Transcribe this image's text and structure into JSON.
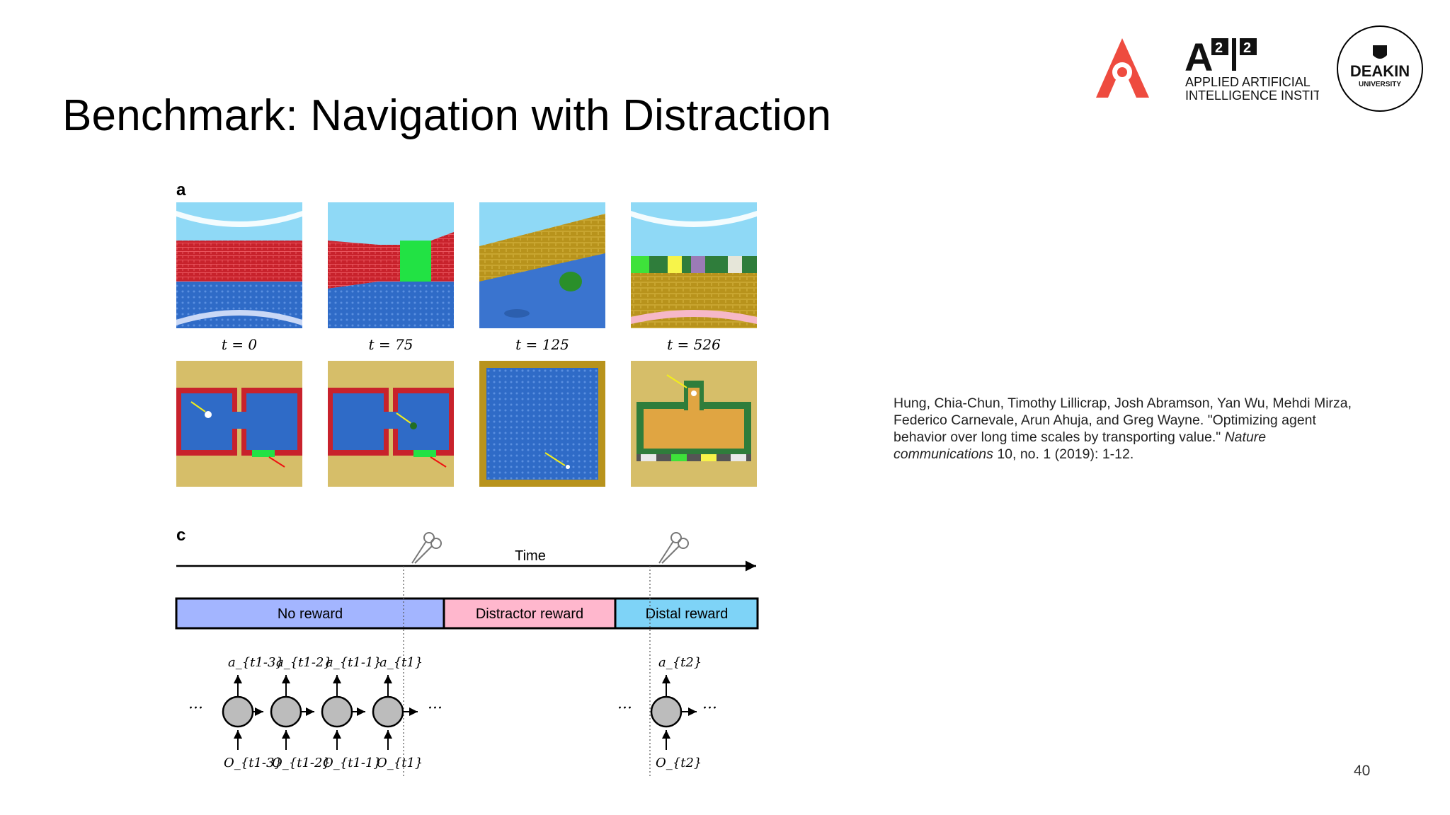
{
  "slide": {
    "title": "Benchmark: Navigation with Distraction",
    "page_number": "40"
  },
  "logos": {
    "a2i2_text_line1": "APPLIED ARTIFICIAL",
    "a2i2_text_line2": "INTELLIGENCE INSTITUTE",
    "a2i2_wordmark": "A2I2",
    "deakin_name": "DEAKIN",
    "deakin_sub": "UNIVERSITY",
    "brand_red": "#ee4b3f"
  },
  "figure": {
    "panel_a_label": "a",
    "panel_c_label": "c",
    "frames": [
      {
        "time_label": "t = 0"
      },
      {
        "time_label": "t = 75"
      },
      {
        "time_label": "t = 125"
      },
      {
        "time_label": "t = 526"
      }
    ],
    "timeline": {
      "axis_label": "Time",
      "segments": [
        {
          "label": "No reward",
          "color": "#a3b5ff"
        },
        {
          "label": "Distractor reward",
          "color": "#ffb7cd"
        },
        {
          "label": "Distal reward",
          "color": "#7ed3f7"
        }
      ]
    },
    "rnn": {
      "actions": [
        "a_{t1-3}",
        "a_{t1-2}",
        "a_{t1-1}",
        "a_{t1}",
        "a_{t2}"
      ],
      "observations": [
        "O_{t1-3}",
        "O_{t1-2}",
        "O_{t1-1}",
        "O_{t1}",
        "O_{t2}"
      ]
    }
  },
  "citation": {
    "authors_title": "Hung, Chia-Chun, Timothy Lillicrap, Josh Abramson, Yan Wu, Mehdi Mirza, Federico Carnevale, Arun Ahuja, and Greg Wayne. \"Optimizing agent behavior over long time scales by transporting value.\"",
    "journal": "Nature communications",
    "details": "10, no. 1 (2019): 1-12."
  }
}
